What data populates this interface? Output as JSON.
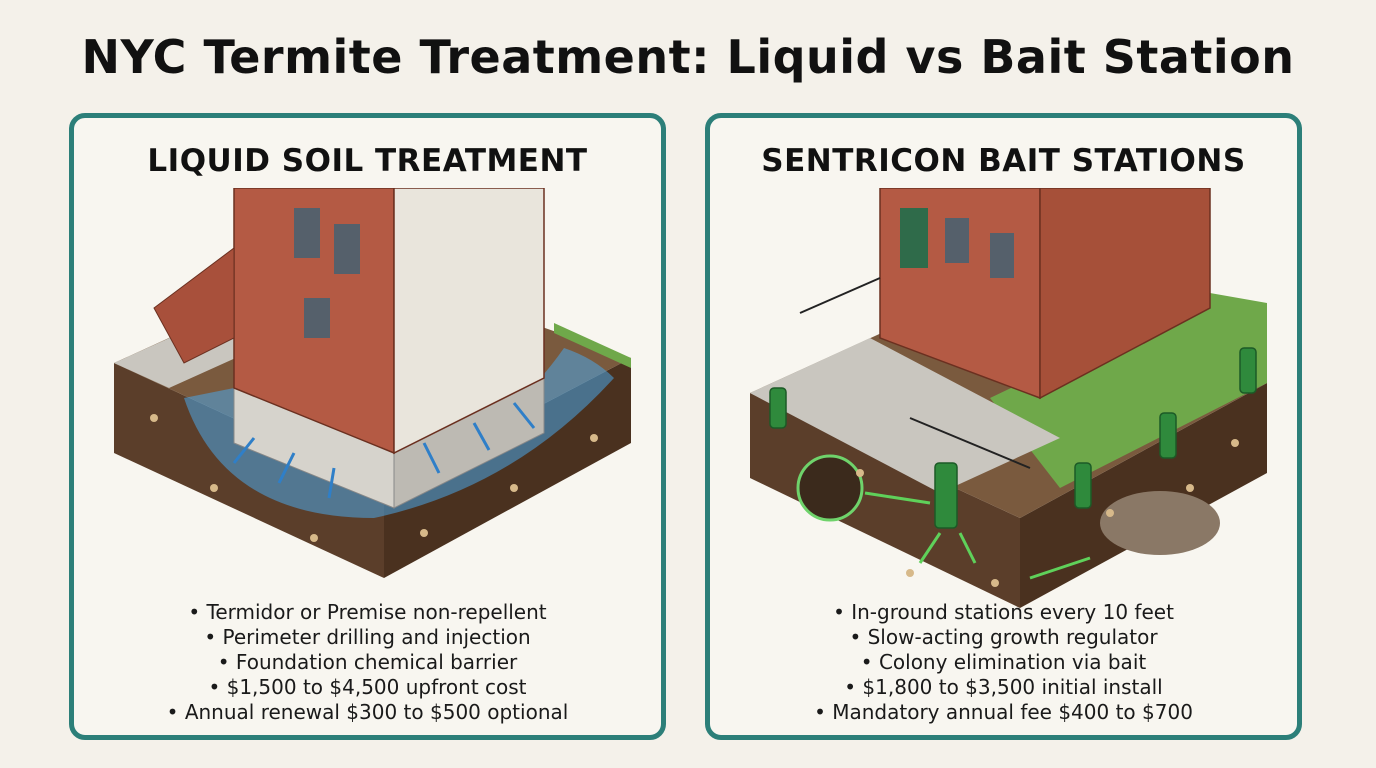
{
  "title": "NYC Termite Treatment: Liquid vs Bait Station",
  "panels": [
    {
      "heading": "LIQUID SOIL TREATMENT",
      "bullets": [
        "Termidor or Premise non-repellent",
        "Perimeter drilling and injection",
        "Foundation chemical barrier",
        "$1,500 to $4,500 upfront cost",
        "Annual renewal $300 to $500 optional"
      ]
    },
    {
      "heading": "SENTRICON BAIT STATIONS",
      "bullets": [
        "In-ground stations every 10 feet",
        "Slow-acting growth regulator",
        "Colony elimination via bait",
        "$1,800 to $3,500 initial install",
        "Mandatory annual fee $400 to $700"
      ]
    }
  ],
  "colors": {
    "border": "#2c7f79",
    "brick": "#b45a44",
    "soil": "#5b3e2a",
    "liquid": "#4aa6e6",
    "bait_station": "#2f8a3c",
    "grass": "#6fa84a"
  }
}
